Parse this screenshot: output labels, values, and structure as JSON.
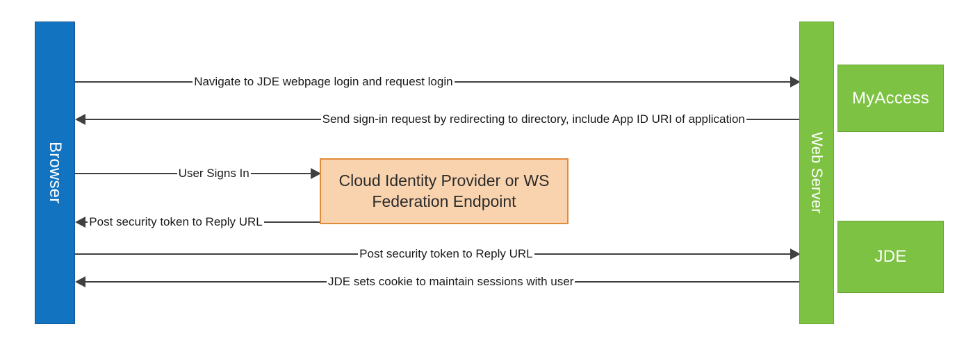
{
  "diagram": {
    "title": "JDE Single Sign-On sequence flow",
    "type": "sequence-diagram",
    "colors": {
      "browser_fill": "#1274c0",
      "browser_border": "#15538f",
      "server_fill": "#7dc242",
      "server_border": "#6ba338",
      "idp_fill": "#f9d3ae",
      "idp_border": "#e08b3a",
      "arrow": "#404040",
      "background": "#ffffff"
    }
  },
  "actors": {
    "browser": {
      "label": "Browser"
    },
    "web_server": {
      "label": "Web Server"
    },
    "myaccess": {
      "label": "MyAccess"
    },
    "jde": {
      "label": "JDE"
    },
    "identity_provider": {
      "label": "Cloud Identity Provider or WS Federation Endpoint"
    }
  },
  "messages": [
    {
      "id": "m1",
      "label": "Navigate to JDE webpage login and request login",
      "from": "browser",
      "to": "web_server",
      "direction": "right"
    },
    {
      "id": "m2",
      "label": "Send sign-in request by redirecting to directory, include App ID URI of application",
      "from": "web_server",
      "to": "browser",
      "direction": "left"
    },
    {
      "id": "m3",
      "label": "User Signs In",
      "from": "browser",
      "to": "identity_provider",
      "direction": "right"
    },
    {
      "id": "m4",
      "label": "Post security token to Reply URL",
      "from": "identity_provider",
      "to": "browser",
      "direction": "left"
    },
    {
      "id": "m5",
      "label": "Post security token to Reply URL",
      "from": "browser",
      "to": "web_server",
      "direction": "right"
    },
    {
      "id": "m6",
      "label": "JDE sets cookie to maintain sessions with user",
      "from": "web_server",
      "to": "browser",
      "direction": "left"
    }
  ]
}
